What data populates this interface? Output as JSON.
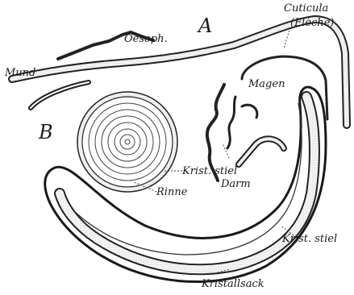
{
  "figure": {
    "panel_a": "A",
    "panel_b": "B",
    "labels": {
      "cuticula": "Cuticula",
      "fleche": "(Flèche)",
      "oesoph": "Oesoph.",
      "mund": "Mund",
      "magen": "Magen",
      "darm": "Darm",
      "krist_stiel_b": "Krist. stiel",
      "rinne": "Rinne",
      "krist_stiel_a": "Krist. stiel",
      "kristallsack": "Kristallsack"
    }
  }
}
